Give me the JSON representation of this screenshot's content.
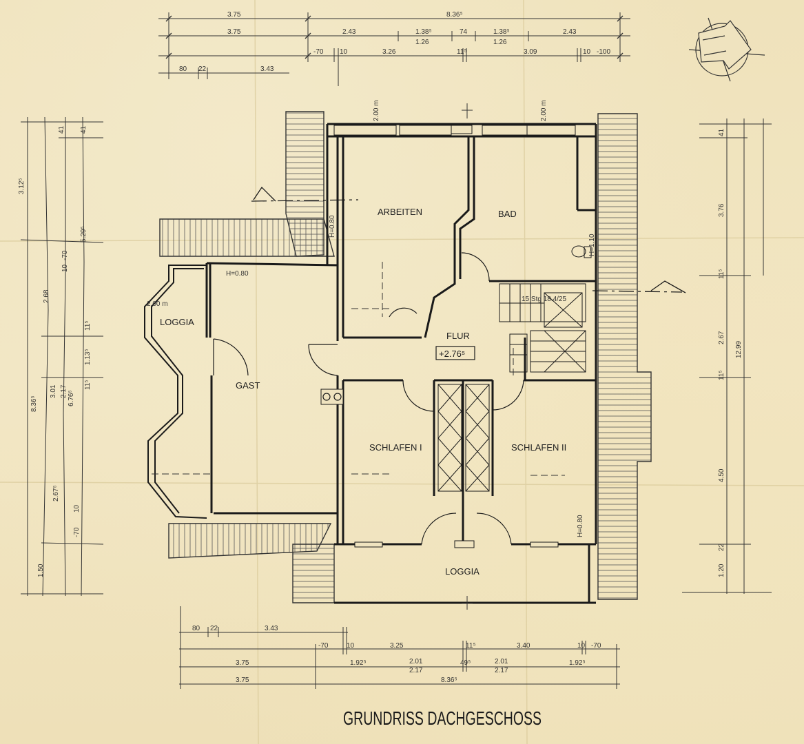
{
  "plan": {
    "title": "GRUNDRISS DACHGESCHOSS",
    "rooms": {
      "arbeiten": "ARBEITEN",
      "bad": "BAD",
      "flur": "FLUR",
      "flur_level": "+2.76⁵",
      "gast": "GAST",
      "loggia_left": "LOGGIA",
      "loggia_bottom": "LOGGIA",
      "schlafen1": "SCHLAFEN I",
      "schlafen2": "SCHLAFEN II"
    },
    "stair_note": "15 Stg 18.4/25",
    "window_notes": {
      "w1": "2.00 m",
      "w2": "2.00 m",
      "w3": "2.00 m",
      "w4": "H=0.80",
      "w5": "H=0.80",
      "w6": "H=0.80",
      "w7": "H=1.10"
    }
  },
  "dims_top": {
    "r1a": "3.75",
    "r1b": "8.36⁵",
    "r2a": "3.75",
    "r2b": "2.43",
    "r2c": "1.38⁵",
    "r2c2": "1.26",
    "r2d": "74",
    "r2e": "1.38⁵",
    "r2e2": "1.26",
    "r2f": "2.43",
    "r3a": "-70",
    "r3b": "10",
    "r3c": "3.26",
    "r3d": "11⁵",
    "r3e": "3.09",
    "r3f": "10",
    "r3g": "-100",
    "r4a": "80",
    "r4b": "22",
    "r4c": "3.43"
  },
  "dims_bottom": {
    "r1a": "80",
    "r1b": "22",
    "r1c": "3.43",
    "r2a": "-70",
    "r2b": "10",
    "r2c": "3.25",
    "r2d": "11⁵",
    "r2e": "3.40",
    "r2f": "10",
    "r2g": "-70",
    "r3a": "3.75",
    "r3b": "1.92⁵",
    "r3c": "2.01",
    "r3c2": "2.17",
    "r3d": "49⁵",
    "r3e": "2.01",
    "r3e2": "2.17",
    "r3f": "1.92⁵",
    "r4a": "3.75",
    "r4b": "8.36⁵"
  },
  "dims_left": {
    "a": "3.12⁵",
    "b": "41",
    "c": "41",
    "d": "5.29⁵",
    "e": "10",
    "f": "-70",
    "g": "2.68",
    "h": "11⁵",
    "i": "1.13⁵",
    "j": "11⁵",
    "k": "8.36⁵",
    "l": "3.01",
    "m": "2.17",
    "n": "6.76⁵",
    "o": "2.67⁵",
    "p": "10",
    "q": "-70",
    "r": "1.50"
  },
  "dims_right": {
    "a": "41",
    "b": "3.76",
    "c": "11⁵",
    "d": "2.67",
    "e": "12.99",
    "f": "11⁵",
    "g": "4.50",
    "h": "22",
    "i": "1.20"
  }
}
